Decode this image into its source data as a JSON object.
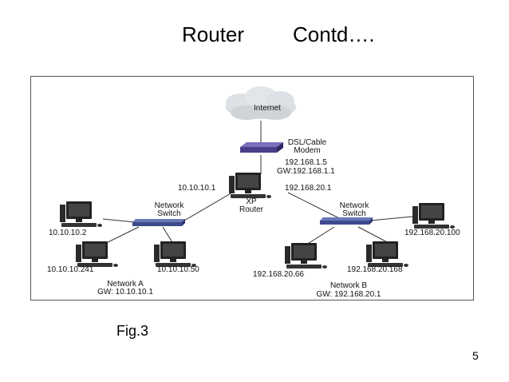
{
  "slide": {
    "title_left": "Router",
    "title_right": "Contd….",
    "caption": "Fig.3",
    "page_number": "5"
  },
  "diagram": {
    "cloud_label": "Internet",
    "modem_label_1": "DSL/Cable",
    "modem_label_2": "Modem",
    "modem_ip": "192.168.1.5",
    "modem_gw": "GW:192.168.1.1",
    "router_ip_left": "10.10.10.1",
    "router_ip_right": "192.168.20.1",
    "router_label_1": "XP",
    "router_label_2": "Router",
    "switch_a_label_1": "Network",
    "switch_a_label_2": "Switch",
    "switch_b_label_1": "Network",
    "switch_b_label_2": "Switch",
    "pc_a1": "10.10.10.2",
    "pc_a2": "10.10.10.241",
    "pc_a3": "10.10.10.50",
    "pc_b1": "192.168.20.100",
    "pc_b2": "192.168.20.66",
    "pc_b3": "192.168.20.168",
    "network_a_name": "Network A",
    "network_a_gw": "GW: 10.10.10.1",
    "network_b_name": "Network B",
    "network_b_gw": "GW: 192.168.20.1"
  },
  "colors": {
    "cloud": "#d9dde1",
    "switch": "#3d4a8c",
    "modem": "#4a3e8a",
    "monitor_screen": "#3a3a3a",
    "device_body": "#222222"
  }
}
